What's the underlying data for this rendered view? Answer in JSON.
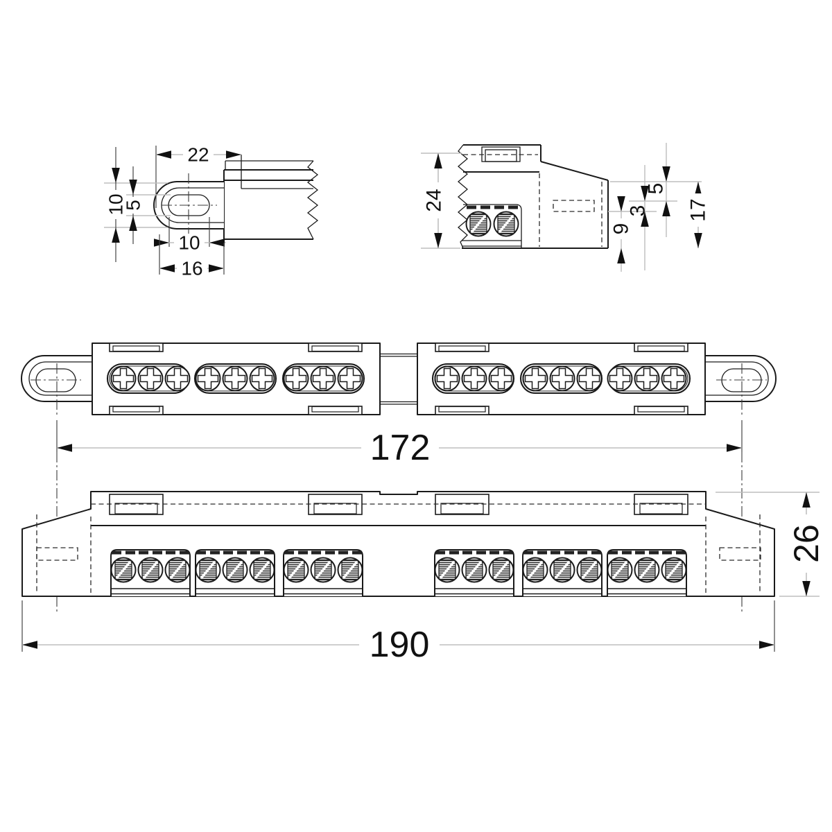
{
  "page": {
    "title": "Terminal strip busbar dimensional drawing",
    "background": "#ffffff",
    "line_color": "#1a1a1a",
    "dim_line_color": "#bfbfbf"
  },
  "views": {
    "tab_detail": {
      "label": "mounting-tab-detail-view",
      "dims": {
        "width": "22",
        "height": "10",
        "slot_width": "5",
        "slot_length": "10",
        "tab_length": "16"
      }
    },
    "side_detail": {
      "label": "end-side-view",
      "dims": {
        "overall_height": "24",
        "tab_thickness": "5",
        "step": "3",
        "tab_underside_height": "9",
        "end_height": "17"
      }
    },
    "plan": {
      "label": "top-plan-view",
      "screw_count": 18,
      "dims": {
        "mount_hole_spacing": "172"
      }
    },
    "front": {
      "label": "front-view",
      "terminal_count": 18,
      "dims": {
        "overall_length": "190",
        "overall_height": "26"
      }
    }
  }
}
